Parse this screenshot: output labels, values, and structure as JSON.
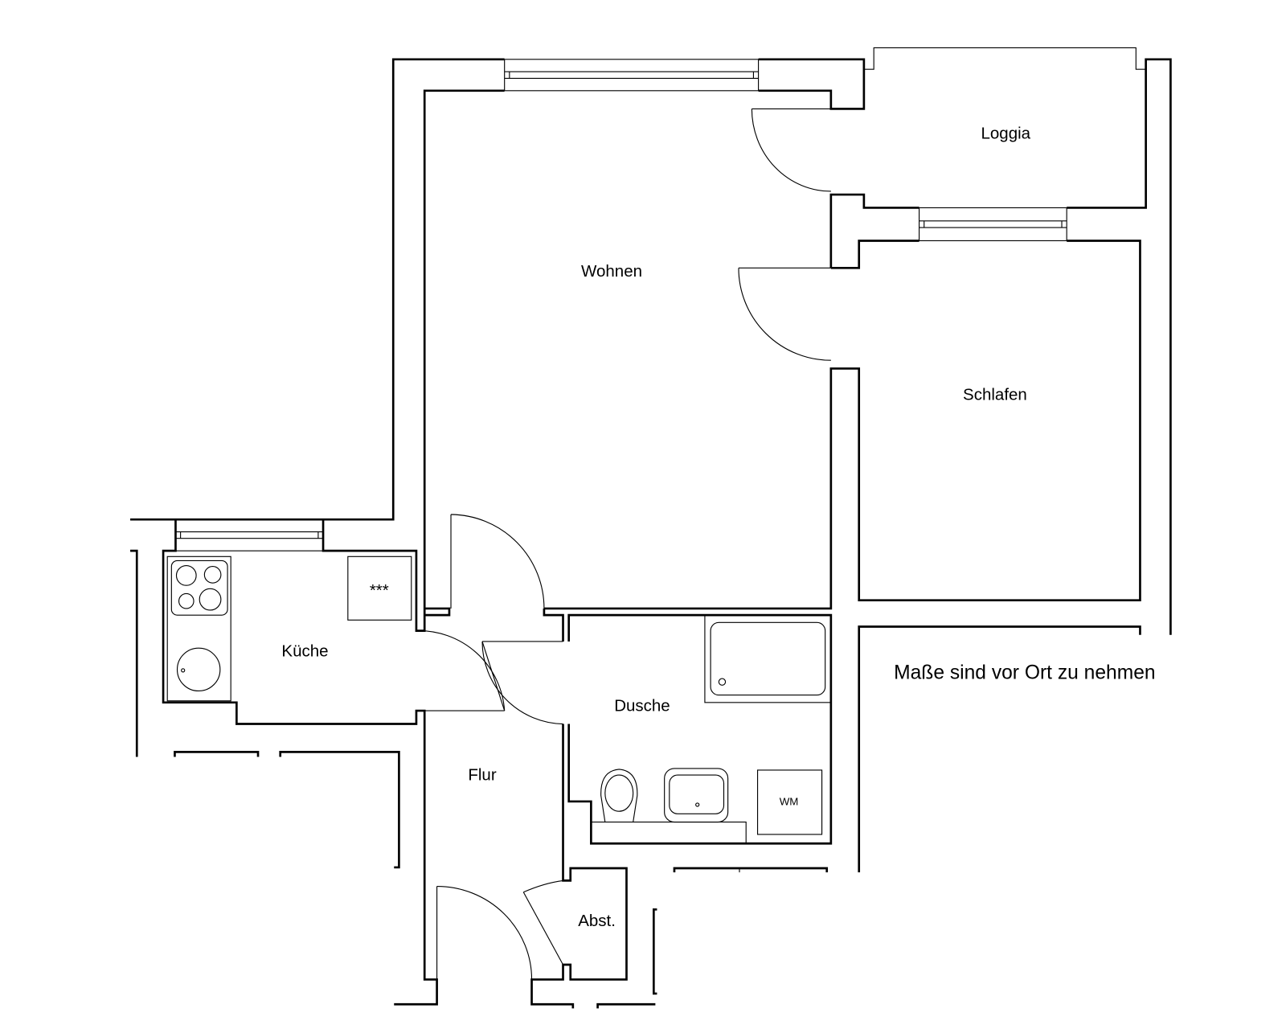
{
  "rooms": {
    "wohnen": "Wohnen",
    "loggia": "Loggia",
    "schlafen": "Schlafen",
    "kueche": "Küche",
    "dusche": "Dusche",
    "flur": "Flur",
    "abst": "Abst."
  },
  "fixtures": {
    "fridge_label": "***",
    "washing_machine_label": "WM"
  },
  "note": "Maße sind vor Ort zu nehmen",
  "colors": {
    "line": "#000000",
    "background": "#ffffff"
  }
}
